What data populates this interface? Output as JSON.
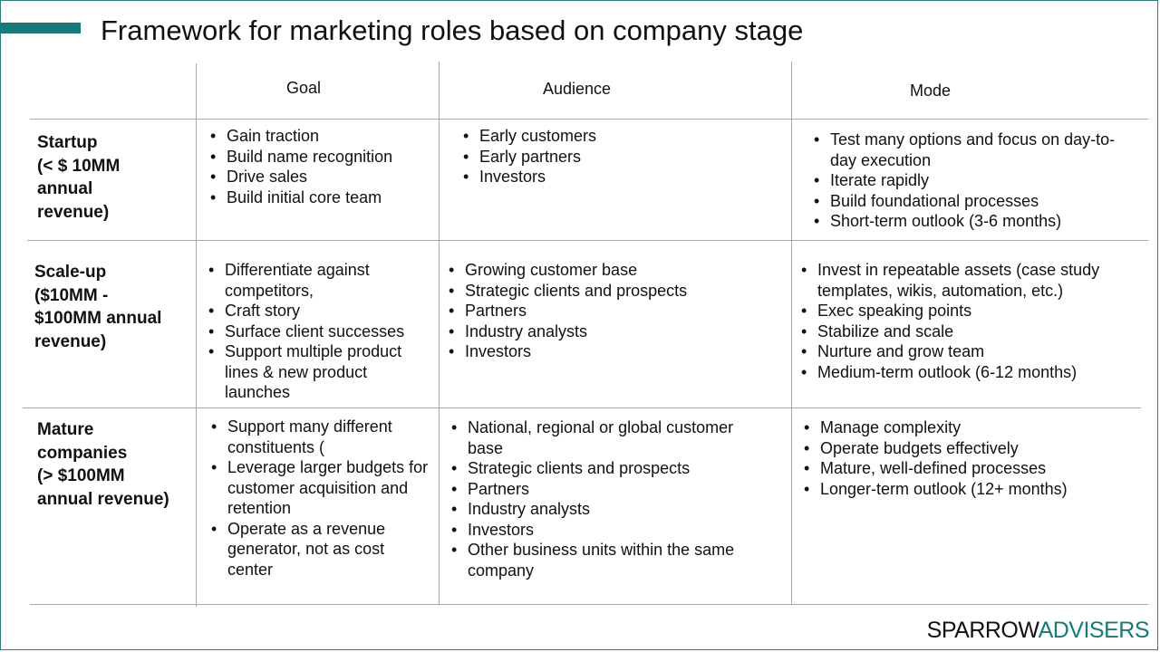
{
  "title": "Framework for marketing roles based on company stage",
  "columns": {
    "goal": "Goal",
    "audience": "Audience",
    "mode": "Mode"
  },
  "rows": [
    {
      "label_lines": [
        "Startup",
        "(< $ 10MM",
        "annual",
        "revenue)"
      ],
      "goal": [
        "Gain traction",
        "Build name recognition",
        "Drive sales",
        "Build initial core team"
      ],
      "audience": [
        "Early customers",
        "Early partners",
        "Investors"
      ],
      "mode": [
        "Test many options and focus on day-to-day execution",
        "Iterate rapidly",
        "Build foundational processes",
        "Short-term outlook (3-6 months)"
      ]
    },
    {
      "label_lines": [
        "Scale-up",
        "($10MM -",
        "$100MM annual",
        "revenue)"
      ],
      "goal": [
        "Differentiate against competitors,",
        "Craft story",
        "Surface client successes",
        "Support multiple product lines & new product launches"
      ],
      "audience": [
        "Growing customer base",
        "Strategic clients and prospects",
        "Partners",
        "Industry analysts",
        "Investors"
      ],
      "mode": [
        "Invest in repeatable assets (case study templates, wikis, automation, etc.)",
        "Exec speaking points",
        "Stabilize and scale",
        "Nurture and grow team",
        "Medium-term outlook (6-12 months)"
      ]
    },
    {
      "label_lines": [
        "Mature",
        "companies",
        "(> $100MM",
        "annual revenue)"
      ],
      "goal": [
        "Support many different constituents (",
        "Leverage larger budgets for customer acquisition and retention",
        "Operate as a revenue generator, not as cost center"
      ],
      "audience": [
        "National, regional  or global customer base",
        "Strategic clients and prospects",
        "Partners",
        "Industry analysts",
        "Investors",
        "Other business units within the same company"
      ],
      "mode": [
        "Manage complexity",
        "Operate budgets effectively",
        "Mature, well-defined processes",
        "Longer-term outlook (12+ months)"
      ]
    }
  ],
  "logo": {
    "part1": "SPARROW",
    "part2": "ADVISERS",
    "color1": "#111111",
    "color2": "#177a78"
  },
  "colors": {
    "accent": "#177a78",
    "grid": "#a8a8a8"
  }
}
